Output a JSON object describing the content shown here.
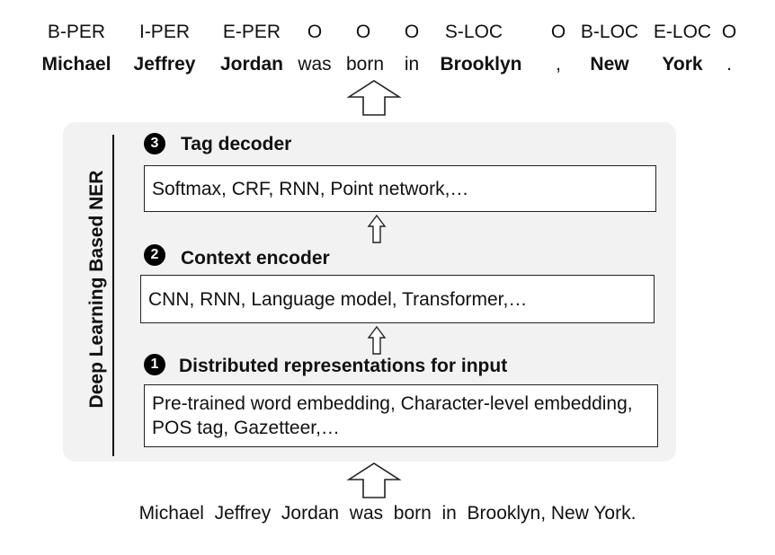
{
  "output": {
    "tags": [
      "B-PER",
      "I-PER",
      "E-PER",
      "O",
      "O",
      "O",
      "S-LOC",
      "O",
      "B-LOC",
      "E-LOC",
      "O"
    ],
    "words": [
      "Michael",
      "Jeffrey",
      "Jordan",
      "was",
      "born",
      "in",
      "Brooklyn",
      ",",
      "New",
      "York",
      "."
    ],
    "bold": [
      true,
      true,
      true,
      false,
      false,
      false,
      true,
      false,
      true,
      true,
      false
    ]
  },
  "panel": {
    "side_label": "Deep Learning Based NER"
  },
  "stages": [
    {
      "number": "3",
      "title": "Tag decoder",
      "content": "Softmax, CRF, RNN, Point network,…"
    },
    {
      "number": "2",
      "title": "Context encoder",
      "content": "CNN, RNN, Language model, Transformer,…"
    },
    {
      "number": "1",
      "title": "Distributed representations for input",
      "content": "Pre-trained word embedding, Character-level embedding, POS tag, Gazetteer,…"
    }
  ],
  "input": {
    "sentence": "Michael  Jeffrey  Jordan  was  born  in  Brooklyn, New York."
  },
  "colors": {
    "panel_background": "#f2f2f2",
    "box_border": "#222222",
    "text": "#111111"
  }
}
